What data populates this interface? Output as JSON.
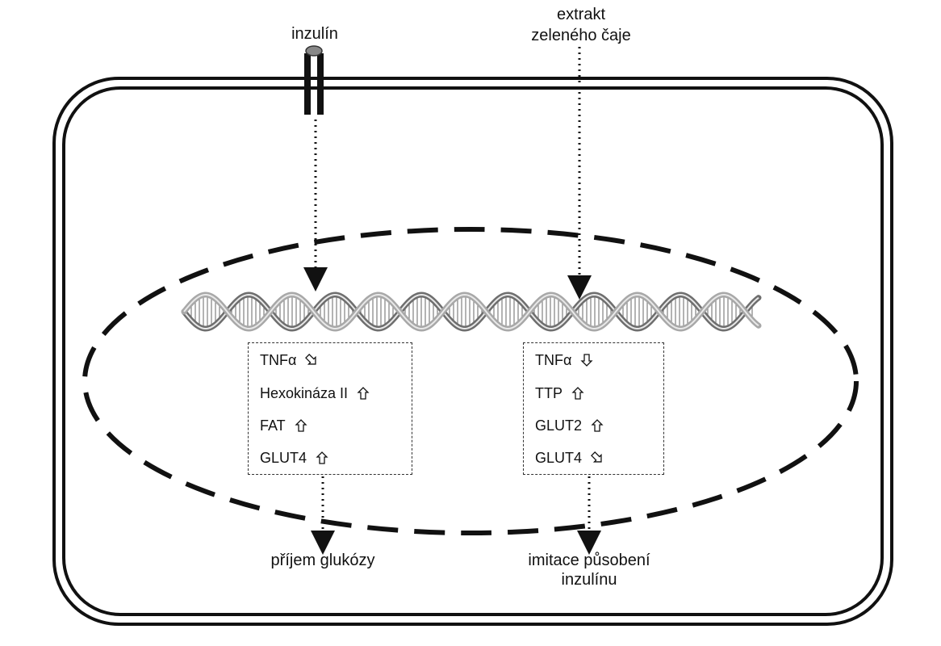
{
  "labels": {
    "insulin": "inzulín",
    "tea_line1": "extrakt",
    "tea_line2": "zeleného čaje",
    "glucose_uptake": "příjem glukózy",
    "mimic_line1": "imitace působení",
    "mimic_line2": "inzulínu"
  },
  "left_box": {
    "items": [
      {
        "name": "TNFα",
        "effect": "mírně snížení"
      },
      {
        "name": "Hexokináza II",
        "effect": "zvýšení"
      },
      {
        "name": "FAT",
        "effect": "zvýšení"
      },
      {
        "name": "GLUT4",
        "effect": "zvýšení"
      }
    ]
  },
  "right_box": {
    "items": [
      {
        "name": "TNFα",
        "effect": "snížení"
      },
      {
        "name": "TTP",
        "effect": "zvýšení"
      },
      {
        "name": "GLUT2",
        "effect": "zvýšení"
      },
      {
        "name": "GLUT4",
        "effect": "mírně snížení"
      }
    ]
  }
}
